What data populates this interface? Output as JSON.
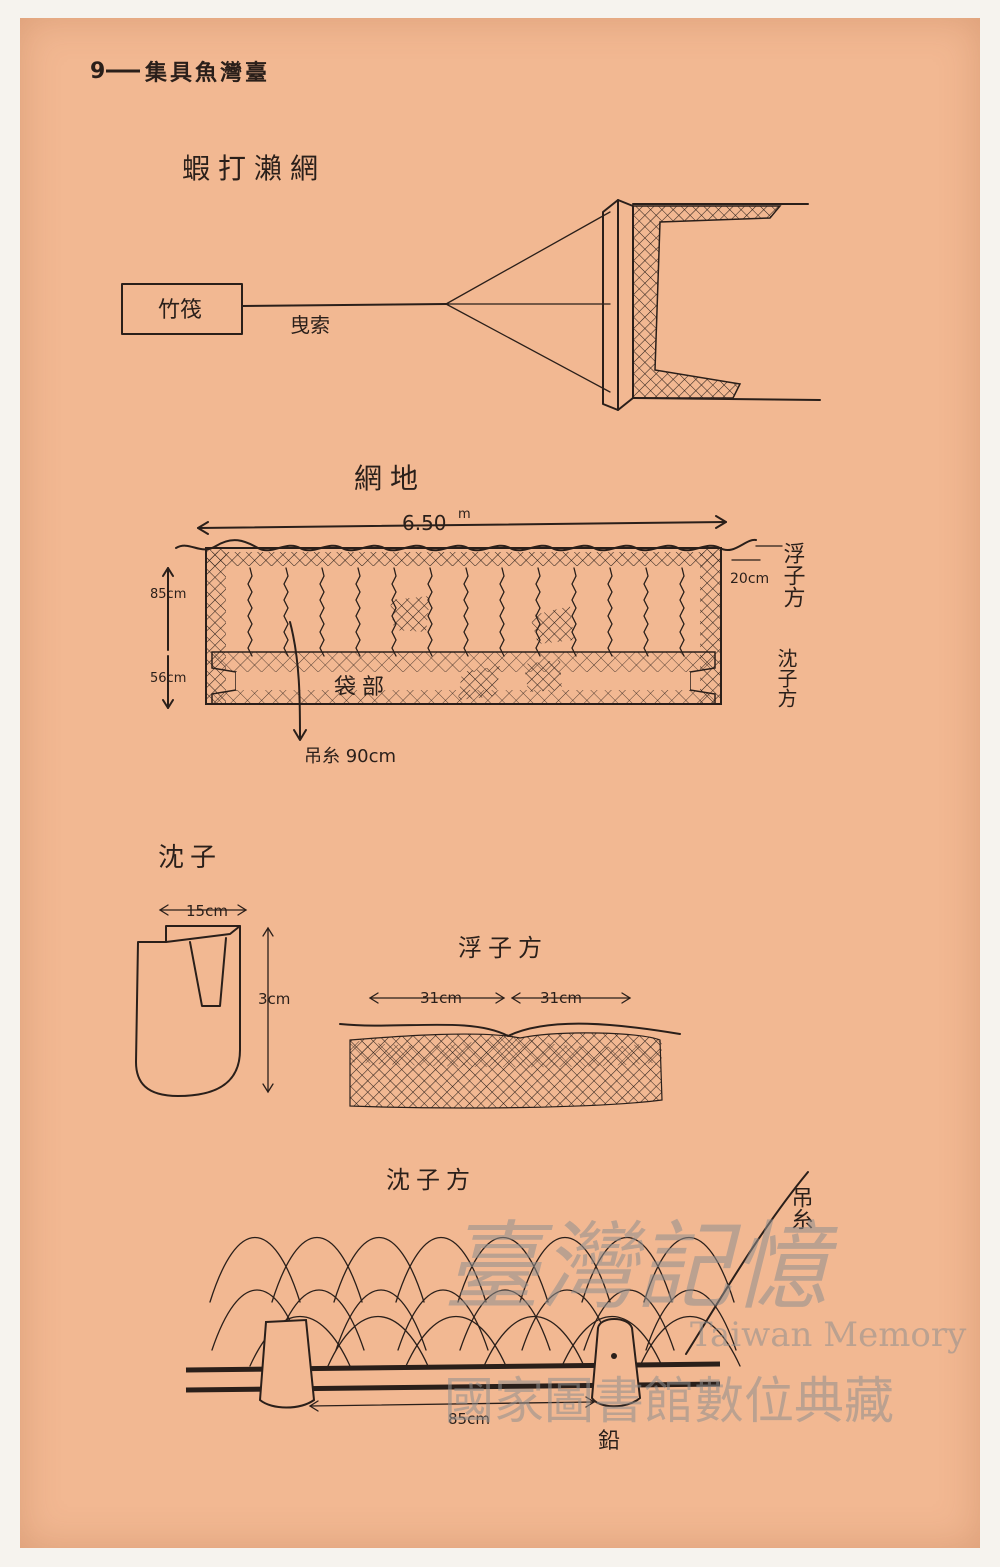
{
  "header": {
    "page_number": "9",
    "book_title": "集具魚灣臺"
  },
  "fig1": {
    "title": "蝦打瀨網",
    "raft_label": "竹筏",
    "rope_label": "曳索"
  },
  "fig2": {
    "title": "網地",
    "width_label": "6.50",
    "width_unit": "m",
    "float_side_label": "浮子方",
    "float_offset_label": "20cm",
    "height_upper_label": "85cm",
    "height_lower_label": "56cm",
    "bag_label": "袋部",
    "sinker_side_label": "沈子方",
    "hanging_line_label": "吊糸 90cm"
  },
  "fig3": {
    "title": "沈子",
    "width_label": "15cm",
    "height_label": "3cm"
  },
  "fig4": {
    "title": "浮子方",
    "spacing_left_label": "31cm",
    "spacing_right_label": "31cm"
  },
  "fig5": {
    "title": "沈子方",
    "hanging_line_label": "吊糸",
    "spacing_label": "85cm",
    "lead_label": "鉛"
  },
  "watermark": {
    "line1": "臺灣記憶",
    "line2": "Taiwan Memory",
    "line3": "國家圖書館數位典藏"
  }
}
